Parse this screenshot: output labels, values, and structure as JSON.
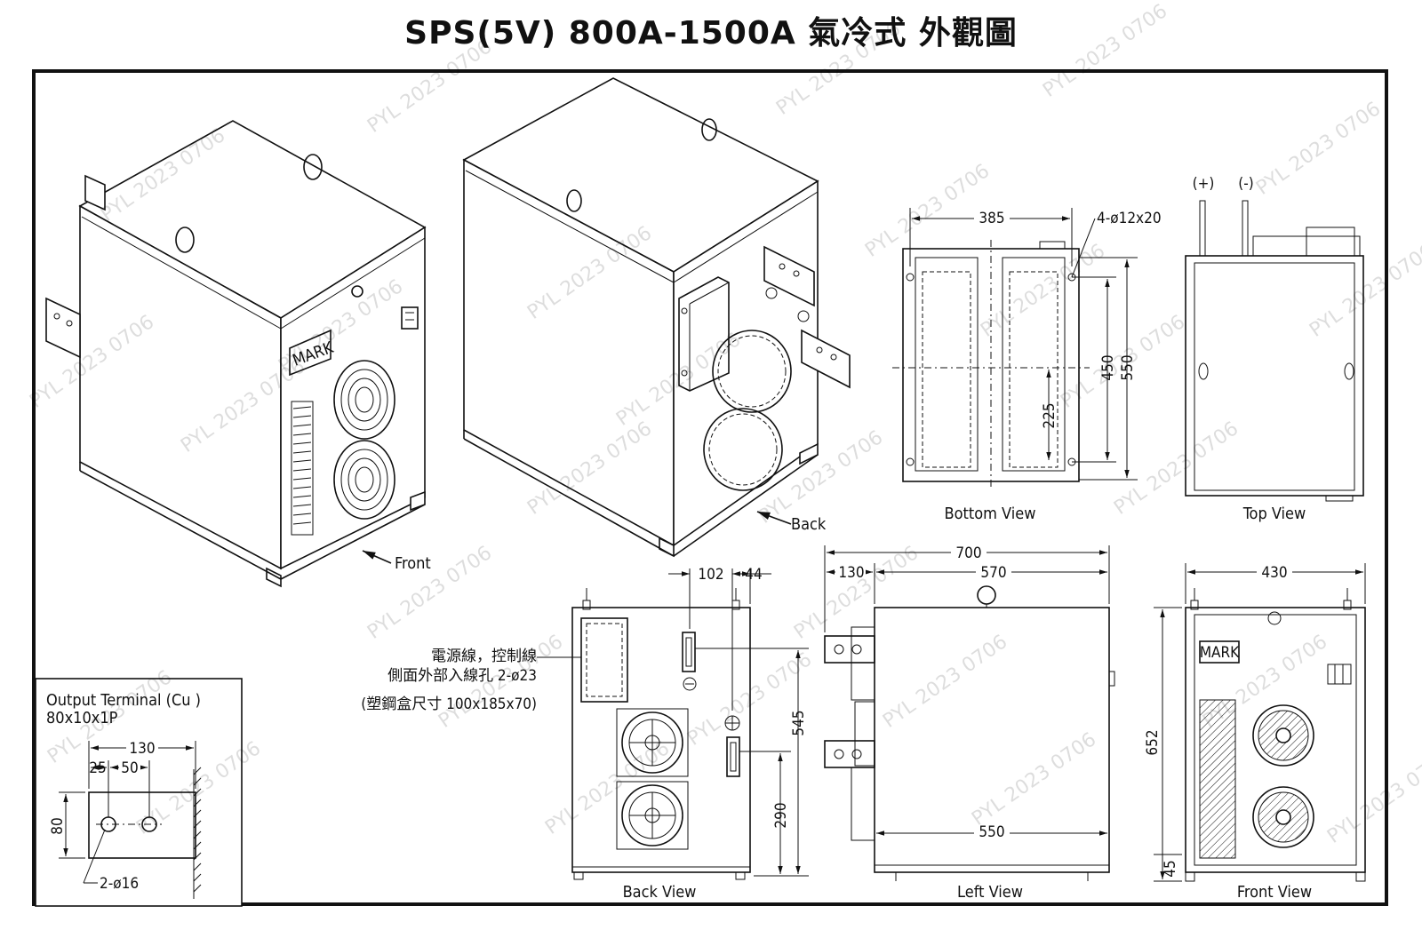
{
  "title": "SPS(5V) 800A-1500A 氣冷式 外觀圖",
  "iso_views": {
    "front_label": "Front",
    "back_label": "Back",
    "mark_label": "MARK"
  },
  "bottom_view": {
    "label": "Bottom View",
    "dims": {
      "width": "385",
      "hole_spec": "4-ø12x20",
      "depth_outer": "550",
      "depth_inner": "450",
      "half": "225"
    }
  },
  "top_view": {
    "label": "Top View",
    "plus": "(+)",
    "minus": "(-)"
  },
  "back_view": {
    "label": "Back View",
    "dims": {
      "d102": "102",
      "d44": "44",
      "d545": "545",
      "d290": "290"
    },
    "note_line1": "電源線，控制線",
    "note_line2": "側面外部入線孔 2-ø23",
    "note_line3": "(塑鋼盒尺寸 100x185x70)"
  },
  "left_view": {
    "label": "Left View",
    "dims": {
      "total": "700",
      "d130": "130",
      "d570": "570",
      "d550": "550"
    }
  },
  "front_view": {
    "label": "Front View",
    "mark_label": "MARK",
    "dims": {
      "width": "430",
      "height": "652",
      "foot": "45"
    }
  },
  "terminal": {
    "title_line1": "Output Terminal (Cu )",
    "title_line2": "80x10x1P",
    "dims": {
      "d130": "130",
      "d25": "25",
      "d50": "50",
      "d80": "80",
      "holes": "2-ø16"
    }
  },
  "watermark": {
    "text": "PYL",
    "year": "2023",
    "code": "0706"
  }
}
